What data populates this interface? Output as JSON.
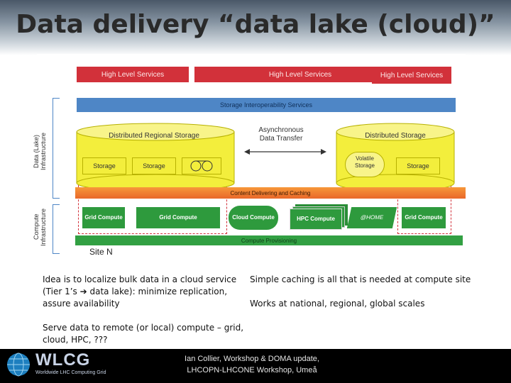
{
  "title": "Data delivery “data lake (cloud)”",
  "diagram": {
    "high_level_services": [
      "High Level Services",
      "High Level Services",
      "High Level Services"
    ],
    "storage_interop": "Storage Interoperability Services",
    "data_lake_label": "Data (Lake) Infrastructure",
    "compute_label": "Compute Infrastructure",
    "distributed_regional": "Distributed Regional Storage",
    "async_transfer": "Asynchronous Data Transfer",
    "distributed_storage": "Distributed Storage",
    "storage_left_1": "Storage",
    "storage_left_2": "Storage",
    "volatile_storage": "Volatile Storage",
    "storage_right": "Storage",
    "content_delivery": "Content Delivering and Caching",
    "grid_compute_1": "Grid Compute",
    "grid_compute_2": "Grid Compute",
    "cloud_compute": "Cloud Compute",
    "hpc_compute": "HPC Compute",
    "at_home": "@HOME",
    "grid_compute_3": "Grid Compute",
    "compute_provisioning": "Compute Provisioning",
    "site_n": "Site N"
  },
  "captions": {
    "left_1": "Idea is to localize bulk data in a cloud service (Tier 1’s ➔ data lake): minimize replication, assure availability",
    "right_1": "Simple caching is all that is needed at compute site",
    "right_2": "Works at national, regional, global scales",
    "left_2": "Serve data to remote (or local) compute – grid, cloud, HPC, ???"
  },
  "footer": {
    "logo_text": "WLCG",
    "logo_sub": "Worldwide LHC Computing Grid",
    "line1": "Ian Collier, Workshop & DOMA update,",
    "line2": "LHCOPN-LHCONE Workshop, Umeå"
  },
  "colors": {
    "red": "#d2313a",
    "blue": "#4e86c6",
    "orange": "#f7973a",
    "green": "#2e9a3d",
    "yellow": "#f3ee3c"
  }
}
